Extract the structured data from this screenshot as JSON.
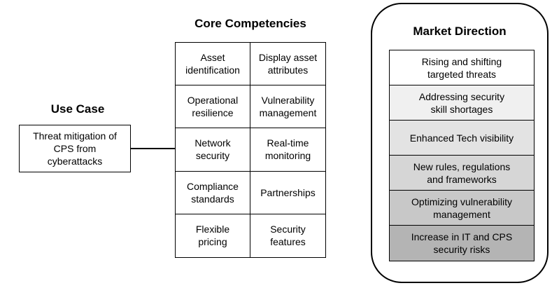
{
  "use_case": {
    "title": "Use Case",
    "text": "Threat mitigation of\nCPS from\ncyberattacks"
  },
  "core": {
    "title": "Core Competencies",
    "cells": [
      "Asset\nidentification",
      "Display asset\nattributes",
      "Operational\nresilience",
      "Vulnerability\nmanagement",
      "Network\nsecurity",
      "Real-time\nmonitoring",
      "Compliance\nstandards",
      "Partnerships",
      "Flexible\npricing",
      "Security\nfeatures"
    ]
  },
  "market": {
    "title": "Market Direction",
    "items": [
      {
        "label": "Rising and shifting\ntargeted threats",
        "color": "#ffffff"
      },
      {
        "label": "Addressing security\nskill shortages",
        "color": "#f0f0f0"
      },
      {
        "label": "Enhanced Tech visibility",
        "color": "#e3e3e3"
      },
      {
        "label": "New rules, regulations\nand frameworks",
        "color": "#d6d6d6"
      },
      {
        "label": "Optimizing vulnerability\nmanagement",
        "color": "#c8c8c8"
      },
      {
        "label": "Increase in IT and CPS\nsecurity risks",
        "color": "#b4b4b4"
      }
    ]
  }
}
